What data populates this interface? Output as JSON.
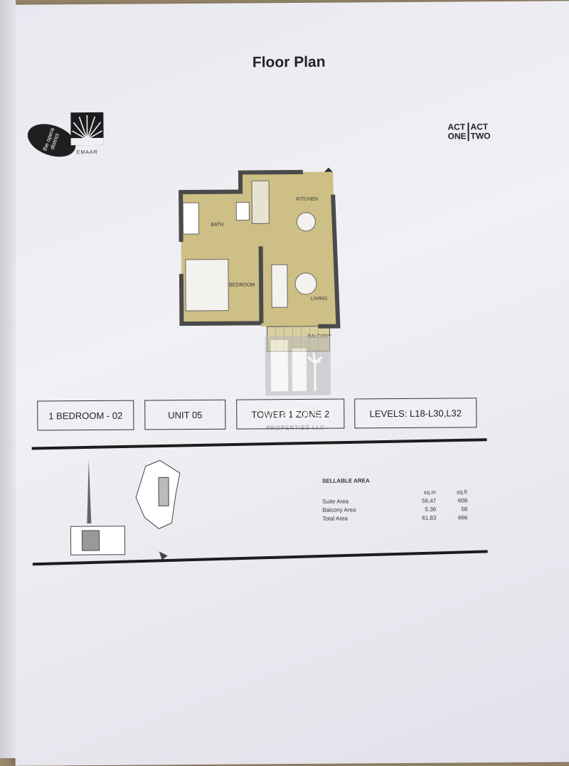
{
  "page": {
    "title": "Floor Plan"
  },
  "branding": {
    "opera_logo": "the opera district",
    "emaar_logo": "EMAAR",
    "act_logo": {
      "line1_left": "ACT",
      "line1_right": "ACT",
      "line2_left": "ONE",
      "line2_right": "TWO"
    }
  },
  "rooms": {
    "kitchen": "KITCHEN",
    "bath": "BATH",
    "bedroom": "BEDROOM",
    "living": "LIVING",
    "balcony": "BALCONY"
  },
  "unit_info": {
    "bedroom_type": "1 BEDROOM - 02",
    "unit": "UNIT 05",
    "tower_zone": "TOWER 1 ZONE 2",
    "levels": "LEVELS: L18-L30,L32"
  },
  "sellable_area": {
    "heading": "SELLABLE AREA",
    "units": [
      "sq.m",
      "sq.ft"
    ],
    "rows": [
      {
        "label": "Suite Area",
        "sqm": "56.47",
        "sqft": "608"
      },
      {
        "label": "Balcony Area",
        "sqm": "5.36",
        "sqft": "58"
      },
      {
        "label": "Total Area",
        "sqm": "61.83",
        "sqft": "666"
      }
    ]
  },
  "watermark": {
    "name": "MidEast",
    "sub": "PROPERTIES LLC"
  },
  "colors": {
    "floor": "#cdbf85",
    "wall": "#4a4a4a",
    "paper": "#eeedf2"
  }
}
